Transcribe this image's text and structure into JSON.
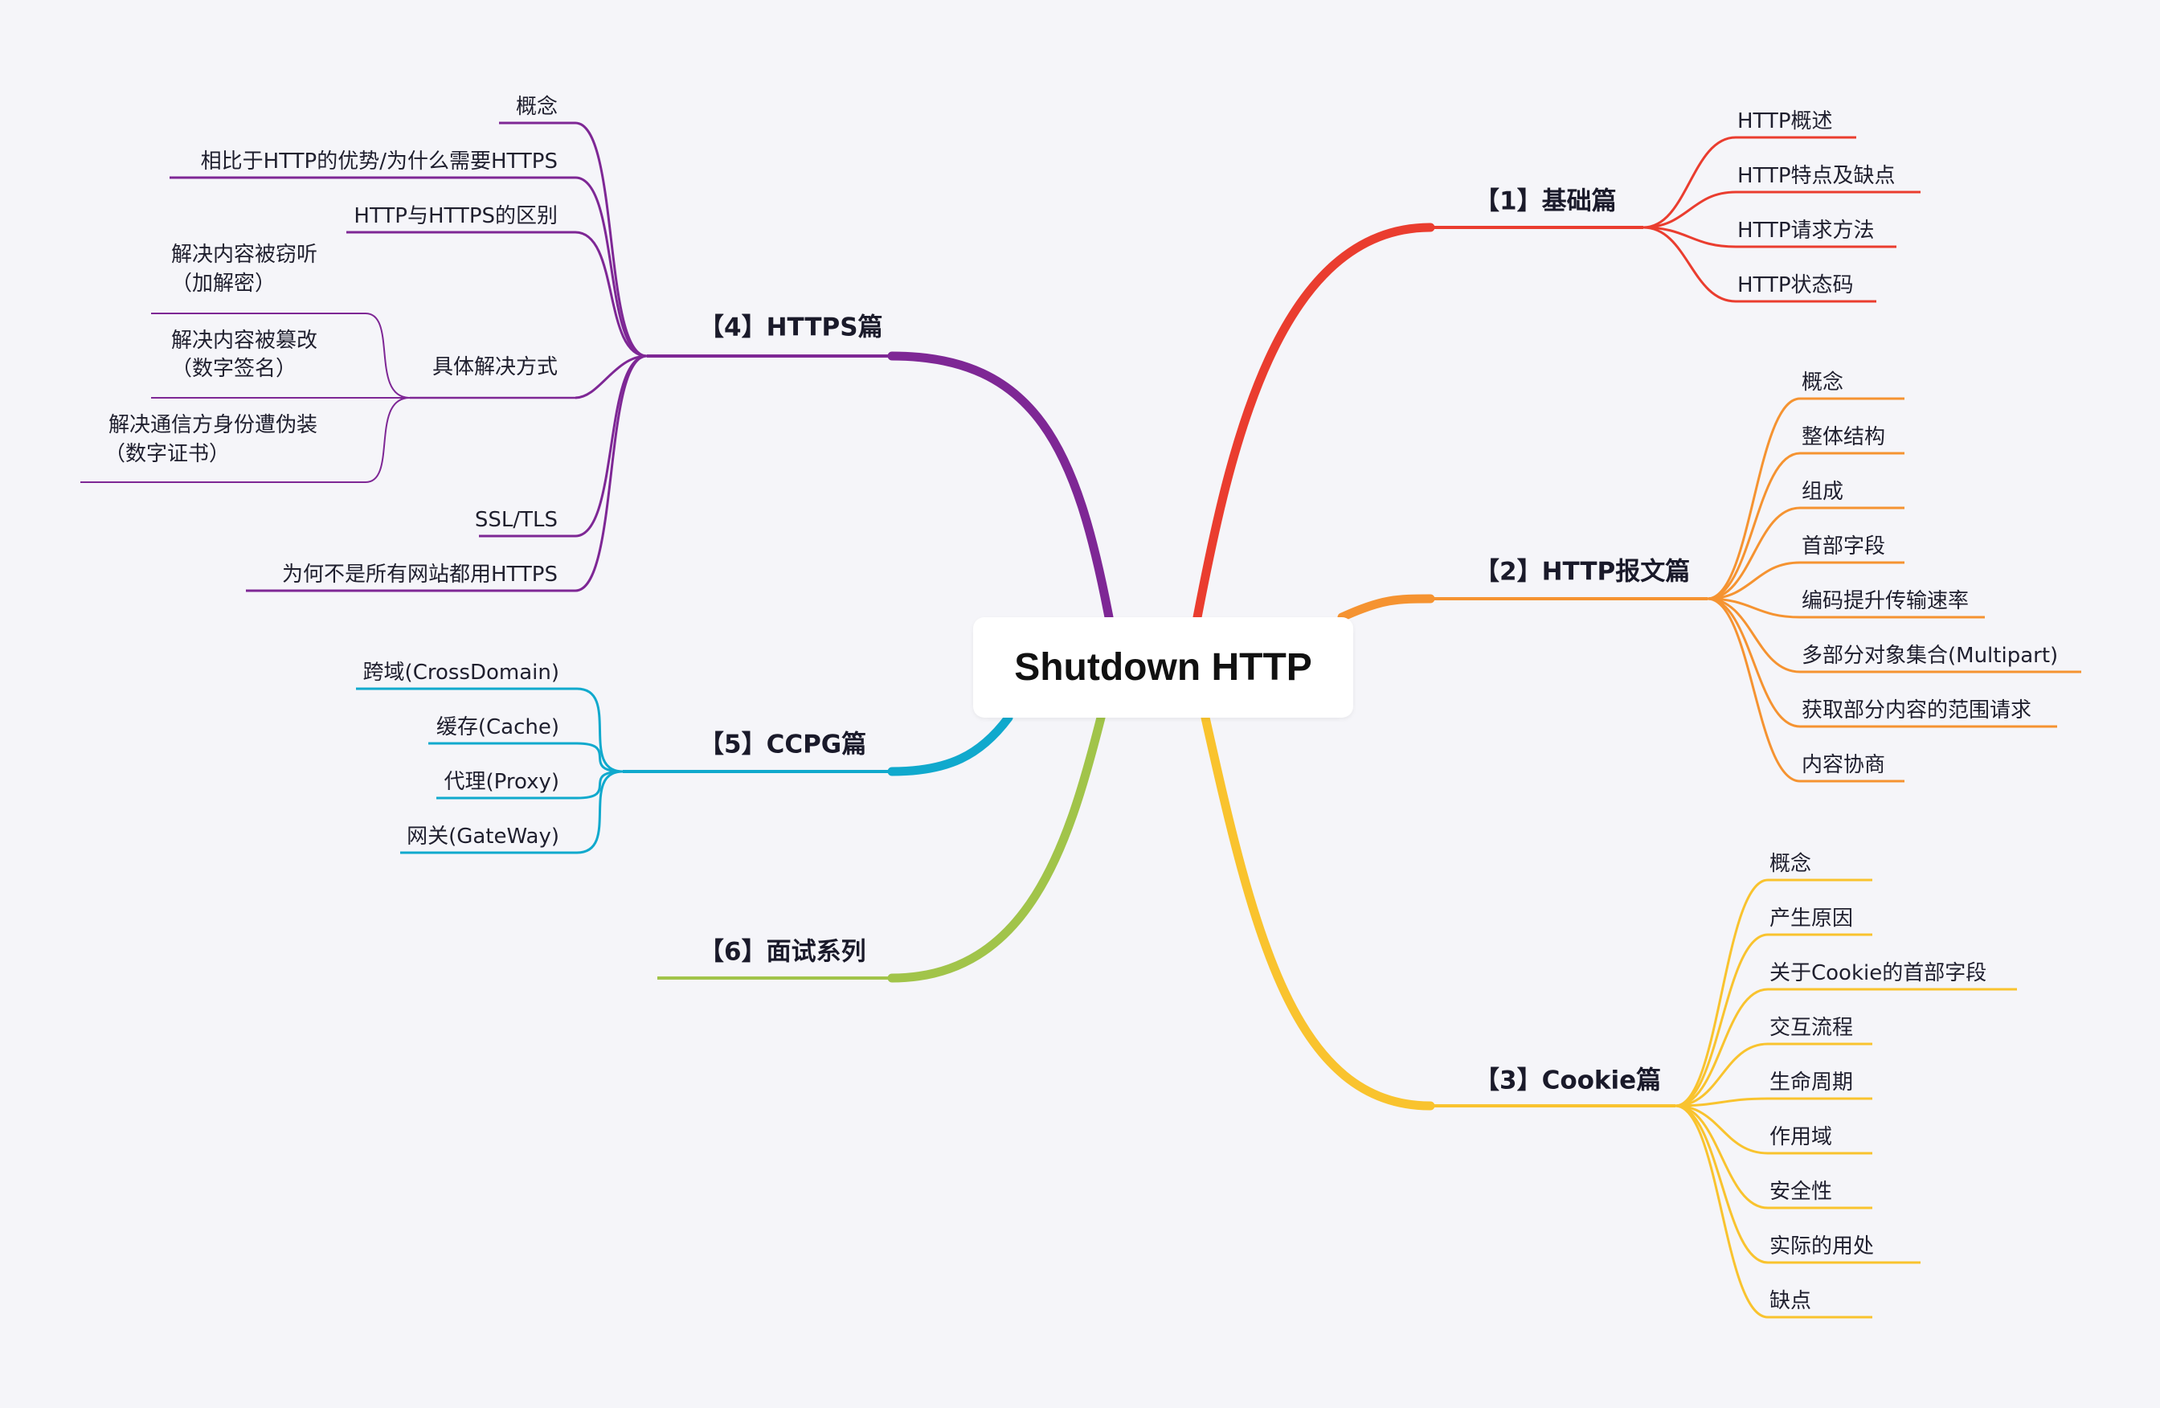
{
  "center": {
    "title": "Shutdown HTTP"
  },
  "branches": [
    {
      "id": "b1",
      "label": "【1】基础篇",
      "color": "#ea3d2f",
      "children": [
        {
          "label": "HTTP概述"
        },
        {
          "label": "HTTP特点及缺点"
        },
        {
          "label": "HTTP请求方法"
        },
        {
          "label": "HTTP状态码"
        }
      ]
    },
    {
      "id": "b2",
      "label": "【2】HTTP报文篇",
      "color": "#f59331",
      "children": [
        {
          "label": "概念"
        },
        {
          "label": "整体结构"
        },
        {
          "label": "组成"
        },
        {
          "label": "首部字段"
        },
        {
          "label": "编码提升传输速率"
        },
        {
          "label": "多部分对象集合(Multipart)"
        },
        {
          "label": "获取部分内容的范围请求"
        },
        {
          "label": "内容协商"
        }
      ]
    },
    {
      "id": "b3",
      "label": "【3】Cookie篇",
      "color": "#f9c32e",
      "children": [
        {
          "label": "概念"
        },
        {
          "label": "产生原因"
        },
        {
          "label": "关于Cookie的首部字段"
        },
        {
          "label": "交互流程"
        },
        {
          "label": "生命周期"
        },
        {
          "label": "作用域"
        },
        {
          "label": "安全性"
        },
        {
          "label": "实际的用处"
        },
        {
          "label": "缺点"
        }
      ]
    },
    {
      "id": "b4",
      "label": "【4】HTTPS篇",
      "color": "#7e2795",
      "children": [
        {
          "label": "概念"
        },
        {
          "label": "相比于HTTP的优势/为什么需要HTTPS"
        },
        {
          "label": "HTTP与HTTPS的区别"
        },
        {
          "label": "具体解决方式",
          "children": [
            {
              "lines": [
                "解决内容被窃听",
                "（加解密）"
              ]
            },
            {
              "lines": [
                "解决内容被篡改",
                "（数字签名）"
              ]
            },
            {
              "lines": [
                "解决通信方身份遭伪装",
                "（数字证书）"
              ]
            }
          ]
        },
        {
          "label": "SSL/TLS"
        },
        {
          "label": "为何不是所有网站都用HTTPS"
        }
      ]
    },
    {
      "id": "b5",
      "label": "【5】CCPG篇",
      "color": "#10a9cd",
      "children": [
        {
          "label": "跨域(CrossDomain)"
        },
        {
          "label": "缓存(Cache)"
        },
        {
          "label": "代理(Proxy)"
        },
        {
          "label": "网关(GateWay)"
        }
      ]
    },
    {
      "id": "b6",
      "label": "【6】面试系列",
      "color": "#a1c44a",
      "children": []
    }
  ]
}
